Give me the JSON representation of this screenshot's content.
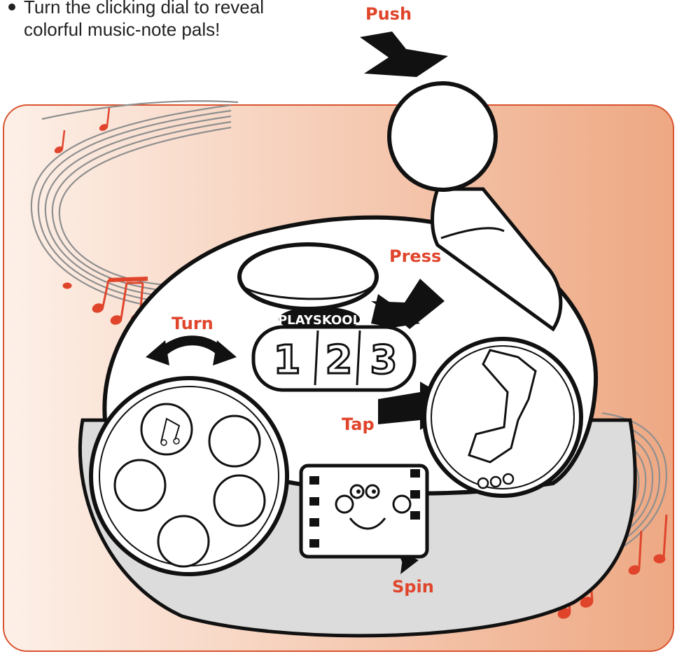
{
  "instructions": {
    "line1": "Turn the clicking dial to reveal",
    "line2": "colorful music-note pals!"
  },
  "labels": {
    "push": "Push",
    "press": "Press",
    "turn": "Turn",
    "tap": "Tap",
    "spin": "Spin"
  },
  "brand": "PLAYSKOOL",
  "buttons": [
    "1",
    "2",
    "3"
  ],
  "colors": {
    "accent": "#e0452c",
    "panel_light": "#fbe8dc",
    "panel_dark": "#efae8a",
    "base_gray": "#dcdcdc",
    "outline": "#111111"
  }
}
